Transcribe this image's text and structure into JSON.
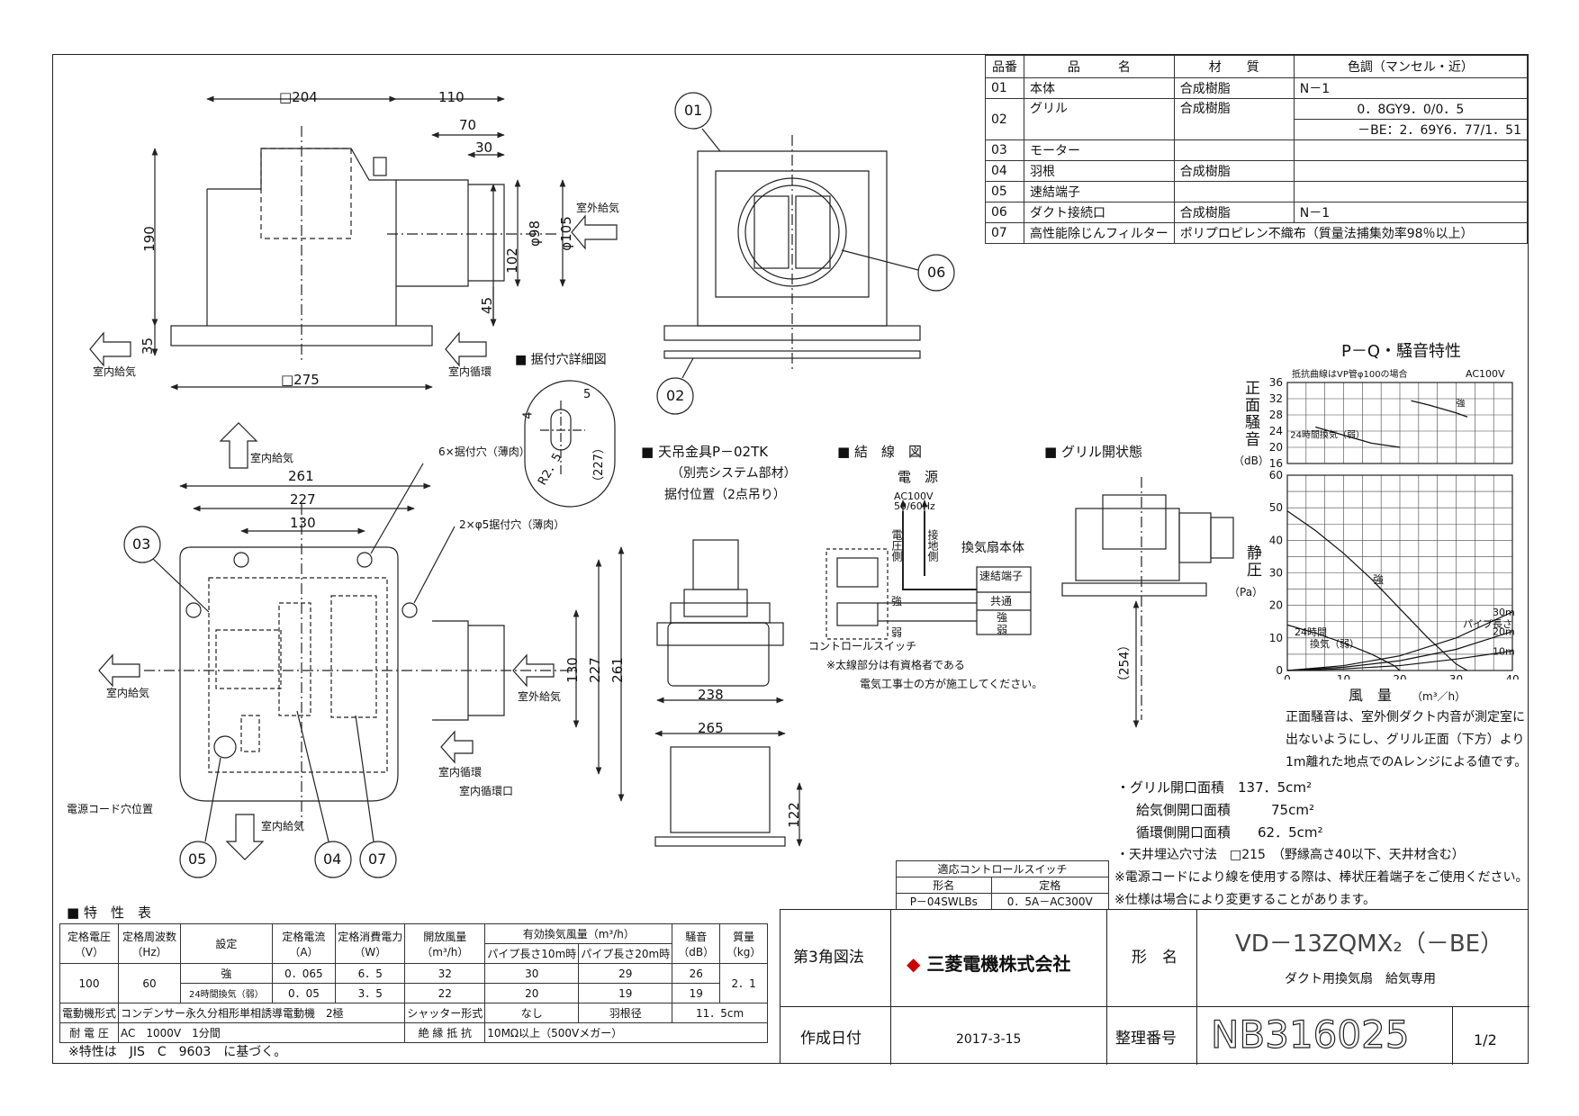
{
  "parts_table": {
    "headers": [
      "品番",
      "品　　　名",
      "材　　質",
      "色調（マンセル・近）"
    ],
    "rows": [
      {
        "no": "01",
        "name": "本体",
        "material": "合成樹脂",
        "color": "N－1"
      },
      {
        "no": "02",
        "name": "グリル",
        "material": "合成樹脂",
        "color": "0．8GY9．0/0．5",
        "color2": "－BE：2．69Y6．77/1．51"
      },
      {
        "no": "03",
        "name": "モーター",
        "material": "",
        "color": ""
      },
      {
        "no": "04",
        "name": "羽根",
        "material": "合成樹脂",
        "color": ""
      },
      {
        "no": "05",
        "name": "速結端子",
        "material": "",
        "color": ""
      },
      {
        "no": "06",
        "name": "ダクト接続口",
        "material": "合成樹脂",
        "color": "N－1"
      },
      {
        "no": "07",
        "name": "高性能除じんフィルター",
        "material": "ポリプロピレン不織布（質量法捕集効率98％以上）",
        "color": ""
      }
    ]
  },
  "side_view": {
    "dim_204": "□204",
    "dim_110": "110",
    "dim_70": "70",
    "dim_30": "30",
    "dim_190": "190",
    "dim_35": "35",
    "dim_102": "102",
    "dim_45": "45",
    "dim_phi98": "φ98",
    "dim_phi105": "φ105",
    "dim_275": "□275",
    "outdoor_supply": "室外給気",
    "indoor_supply": "室内給気",
    "indoor_circ": "室内循環"
  },
  "front_view": {
    "callout_01": "01",
    "callout_02": "02",
    "callout_06": "06"
  },
  "mount_hole": {
    "title": "■ 据付穴詳細図",
    "d5": "5",
    "d4": "4",
    "r25": "R2．5",
    "d227": "（227）"
  },
  "bottom_view": {
    "indoor_supply_top": "室内給気",
    "holes6": "6×据付穴（薄肉）",
    "holes2": "2×φ5据付穴（薄肉）",
    "d261": "261",
    "d227": "227",
    "d130": "130",
    "v130": "130",
    "v227": "227",
    "v261": "261",
    "indoor_supply_left": "室内給気",
    "outdoor_supply": "室外給気",
    "indoor_circ": "室内循環",
    "indoor_circ_port": "室内循環口",
    "cord_hole": "電源コード穴位置",
    "indoor_supply_bottom": "室内給気",
    "c03": "03",
    "c05": "05",
    "c04": "04",
    "c07": "07"
  },
  "hanger": {
    "title": "■ 天吊金具P－02TK",
    "sub1": "（別売システム部材）",
    "sub2": "据付位置（2点吊り）",
    "d238": "238",
    "d265": "265",
    "d122": "122"
  },
  "wiring": {
    "title": "■ 結　線　図",
    "power": "電　源",
    "ac": "AC100V",
    "hz": "50/60Hz",
    "voltage_side": "電圧側",
    "ground_side": "接地側",
    "fan_body": "換気扇本体",
    "terminal": "速結端子",
    "common": "共通",
    "strong": "強",
    "weak": "弱",
    "sw_strong": "強",
    "sw_weak": "弱",
    "control_switch": "コントロールスイッチ",
    "note1": "※太線部分は有資格者である",
    "note2": "電気工事士の方が施工してください。"
  },
  "grille_open": {
    "title": "■ グリル開状態",
    "d254": "（254）"
  },
  "chart_data": {
    "type": "line",
    "title": "P－Q・騒音特性",
    "note": "抵抗曲線はVP管φ100の場合",
    "power": "AC100V",
    "noise": {
      "ylabel": "正面騒音",
      "unit": "（dB）",
      "ylim": [
        16,
        36
      ],
      "yticks": [
        "36",
        "32",
        "28",
        "24",
        "20",
        "16"
      ],
      "series": [
        {
          "name": "強",
          "x": [
            22,
            25,
            30,
            32
          ],
          "y": [
            31.5,
            30.5,
            28.5,
            27.5
          ]
        },
        {
          "name": "24時間換気（弱）",
          "x": [
            5,
            10,
            15,
            20
          ],
          "y": [
            25,
            23,
            21,
            20
          ]
        }
      ]
    },
    "pq": {
      "ylabel": "静圧",
      "unit": "（Pa）",
      "xlabel": "風　量",
      "xunit": "（m³／h）",
      "xlim": [
        0,
        40
      ],
      "ylim": [
        0,
        60
      ],
      "xticks": [
        "0",
        "10",
        "20",
        "30",
        "40"
      ],
      "yticks": [
        "60",
        "50",
        "40",
        "30",
        "20",
        "10",
        "0"
      ],
      "series": [
        {
          "name": "強",
          "x": [
            0,
            5,
            10,
            15,
            20,
            25,
            30,
            32
          ],
          "y": [
            49,
            43,
            36,
            28,
            19,
            10,
            2,
            0
          ]
        },
        {
          "name": "24時間換気（弱）",
          "x": [
            0,
            5,
            10,
            15,
            19,
            20
          ],
          "y": [
            14,
            11.5,
            8.5,
            5,
            1.5,
            0
          ]
        },
        {
          "name": "30m",
          "x": [
            0,
            10,
            20,
            30,
            40
          ],
          "y": [
            0,
            1.5,
            4.5,
            10,
            18
          ]
        },
        {
          "name": "20m",
          "x": [
            0,
            10,
            20,
            30,
            40
          ],
          "y": [
            0,
            1,
            3,
            6.5,
            12
          ]
        },
        {
          "name": "10m",
          "x": [
            0,
            10,
            20,
            30,
            40
          ],
          "y": [
            0,
            0.5,
            1.5,
            3.5,
            6
          ]
        }
      ],
      "pipe_len_label": "パイプ長さ",
      "label_strong": "強",
      "label_24h": "24時間",
      "label_weak": "換気（弱）"
    }
  },
  "notes": {
    "noise_note1": "正面騒音は、室外側ダクト内音が測定室に",
    "noise_note2": "出ないようにし、グリル正面（下方）より",
    "noise_note3": "1m離れた地点でのAレンジによる値です。",
    "grille_area": "・グリル開口面積　137．5cm²",
    "supply_area": "給気側開口面積　　　75cm²",
    "circ_area": "循環側開口面積　　62．5cm²",
    "ceiling": "・天井埋込穴寸法　□215　（野縁高さ40以下、天井材含む）",
    "cord": "※電源コードにより線を使用する際は、棒状圧着端子をご使用ください。",
    "spec_change": "※仕様は場合により変更することがあります。"
  },
  "control_table": {
    "title": "適応コントロールスイッチ",
    "h1": "形名",
    "h2": "定格",
    "model": "P－04SWLBs",
    "rating": "0．5A－AC300V"
  },
  "spec_table": {
    "title": "■ 特　性　表",
    "h_voltage": "定格電圧",
    "h_voltage_u": "（V）",
    "h_freq": "定格周波数",
    "h_freq_u": "（Hz）",
    "h_setting": "設定",
    "h_current": "定格電流",
    "h_current_u": "（A）",
    "h_power": "定格消費電力",
    "h_power_u": "（W）",
    "h_open": "開放風量",
    "h_open_u": "（m³/h）",
    "h_eff": "有効換気風量（m³/h）",
    "h_10": "パイプ長さ10m時",
    "h_20": "パイプ長さ20m時",
    "h_noise": "騒音",
    "h_noise_u": "（dB）",
    "h_mass": "質量",
    "h_mass_u": "（kg）",
    "voltage": "100",
    "freq": "60",
    "rows": [
      {
        "setting": "強",
        "current": "0．065",
        "power": "6．5",
        "open": "32",
        "p10": "30",
        "p20": "29",
        "noise": "26"
      },
      {
        "setting": "24時間換気（弱）",
        "current": "0．05",
        "power": "3．5",
        "open": "22",
        "p10": "20",
        "p20": "19",
        "noise": "19"
      }
    ],
    "mass": "2．1",
    "motor_label": "電動機形式",
    "motor": "コンデンサー永久分相形単相誘導電動機　2極",
    "shutter_label": "シャッター形式",
    "shutter": "なし",
    "blade_label": "羽根径",
    "blade": "11．5cm",
    "withstand_label": "耐 電 圧",
    "withstand": "AC　1000V　1分間",
    "insulation_label": "絶 縁 抵 抗",
    "insulation": "10MΩ以上（500Vメガー）",
    "footnote": "※特性は　JIS　C　9603　に基づく。"
  },
  "title_block": {
    "projection": "第3角図法",
    "company": "三菱電機株式会社",
    "model_label": "形　名",
    "model": "VD－13ZQMX₂（－BE）",
    "desc": "ダクト用換気扇　給気専用",
    "date_label": "作成日付",
    "date": "2017-3-15",
    "number_label": "整理番号",
    "number": "NB316025",
    "page": "1/2"
  }
}
